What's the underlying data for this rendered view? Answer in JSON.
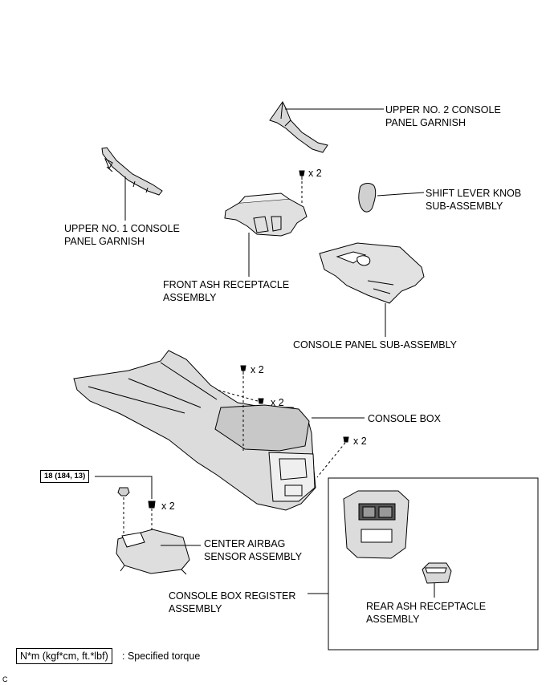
{
  "labels": {
    "upper_no2_garnish": [
      "UPPER NO. 2 CONSOLE",
      "PANEL GARNISH"
    ],
    "upper_no1_garnish": [
      "UPPER NO. 1 CONSOLE",
      "PANEL GARNISH"
    ],
    "shift_lever_knob": [
      "SHIFT LEVER KNOB",
      "SUB-ASSEMBLY"
    ],
    "front_ash_receptacle": [
      "FRONT ASH RECEPTACLE",
      "ASSEMBLY"
    ],
    "console_panel": "CONSOLE PANEL SUB-ASSEMBLY",
    "console_box": "CONSOLE BOX",
    "center_airbag_sensor": [
      "CENTER AIRBAG",
      "SENSOR ASSEMBLY"
    ],
    "console_box_register": [
      "CONSOLE BOX REGISTER",
      "ASSEMBLY"
    ],
    "rear_ash_receptacle": [
      "REAR ASH RECEPTACLE",
      "ASSEMBLY"
    ]
  },
  "quantities": {
    "front_ash_screw": "x 2",
    "console_box_bolt_a": "x 2",
    "console_box_bolt_b": "x 2",
    "console_box_rear_bolt": "x 2",
    "airbag_bolt": "x 2"
  },
  "torque": {
    "airbag_nut": "18 (184, 13)"
  },
  "legend": {
    "unit": "N*m (kgf*cm, ft.*lbf)",
    "description": ": Specified torque"
  },
  "figure_code": "C"
}
